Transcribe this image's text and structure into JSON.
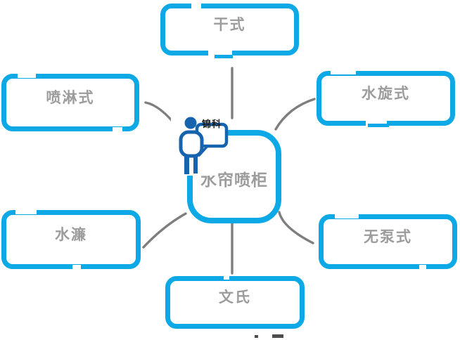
{
  "diagram": {
    "center": {
      "label": "水帘喷柜"
    },
    "nodes": [
      {
        "id": "top",
        "label": "干式"
      },
      {
        "id": "top-right",
        "label": "水旋式"
      },
      {
        "id": "top-left",
        "label": "喷淋式"
      },
      {
        "id": "bottom-left",
        "label": "水濂"
      },
      {
        "id": "bottom-right",
        "label": "无泵式"
      },
      {
        "id": "bottom",
        "label": "文氏"
      }
    ],
    "logo": {
      "text": "锦科"
    },
    "colors": {
      "node_border": "#0da9e6",
      "node_text": "#9c9c9c",
      "connector": "#7e7e7e",
      "logo_blue": "#1564ad",
      "logo_text": "#1a1a1a"
    }
  }
}
